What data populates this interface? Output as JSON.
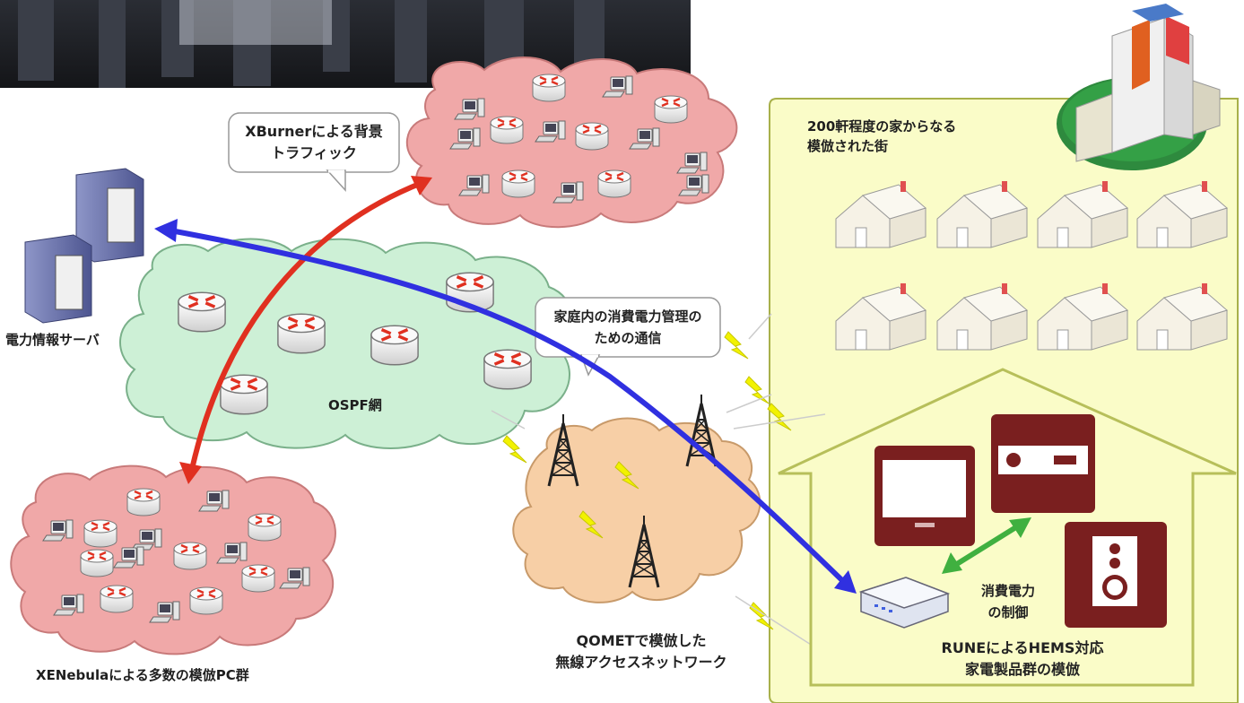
{
  "labels": {
    "xburner": [
      "XBurnerによる背景",
      "トラフィック"
    ],
    "server": "電力情報サーバ",
    "ospf": "OSPF網",
    "home_power": [
      "家庭内の消費電力管理の",
      "ための通信"
    ],
    "town": [
      "200軒程度の家からなる",
      "模倣された街"
    ],
    "consumption": [
      "消費電力",
      "の制御"
    ],
    "rune": [
      "RUNEによるHEMS対応",
      "家電製品群の模倣"
    ],
    "qomet": [
      "QOMETで模倣した",
      "無線アクセスネットワーク"
    ],
    "xenebula": "XENebulaによる多数の模倣PC群"
  },
  "colors": {
    "pink_cloud": "#f0a8a8",
    "green_cloud": "#cdf0d6",
    "orange_cloud": "#f7cfa6",
    "town_bg": "#fafcc8",
    "red_arrow": "#e03020",
    "blue_arrow": "#3030e0",
    "green_arrow": "#40b040",
    "appliance": "#7a1f1f",
    "bolt": "#f2f200"
  }
}
